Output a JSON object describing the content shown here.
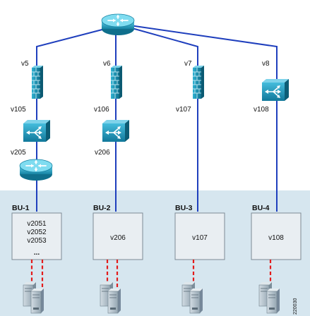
{
  "colors": {
    "background_lower": "#d6e6ef",
    "link_blue": "#1f3fbd",
    "cable_red": "#e31b1b",
    "device_cyan": "#1aa6c6",
    "device_dark": "#0e6f8a",
    "box_fill": "#e9eef2",
    "box_stroke": "#7d8a94",
    "server_gray": "#b9c6cf"
  },
  "top_router": {
    "icon": "router-icon"
  },
  "branches": [
    {
      "id": "bu1",
      "vlan_top": "v5",
      "firewall": "firewall-icon",
      "vlan_mid": "v105",
      "switch": "layer3-switch-icon",
      "vlan_low": "v205",
      "extra_router": "router-icon",
      "bu_label": "BU-1",
      "box_lines": [
        "v2051",
        "v2052",
        "v2053",
        "..."
      ],
      "server_icon": "server-icon"
    },
    {
      "id": "bu2",
      "vlan_top": "v6",
      "firewall": "firewall-icon",
      "vlan_mid": "v106",
      "switch": "layer3-switch-icon",
      "vlan_low": "v206",
      "bu_label": "BU-2",
      "box_lines": [
        "v206"
      ],
      "server_icon": "server-icon"
    },
    {
      "id": "bu3",
      "vlan_top": "v7",
      "firewall": "firewall-icon",
      "vlan_mid": "v107",
      "bu_label": "BU-3",
      "box_lines": [
        "v107"
      ],
      "server_icon": "server-icon"
    },
    {
      "id": "bu4",
      "vlan_top": "v8",
      "switch": "layer3-switch-icon",
      "vlan_mid": "v108",
      "bu_label": "BU-4",
      "box_lines": [
        "v108"
      ],
      "server_icon": "server-icon"
    }
  ],
  "figure_id": "220030"
}
